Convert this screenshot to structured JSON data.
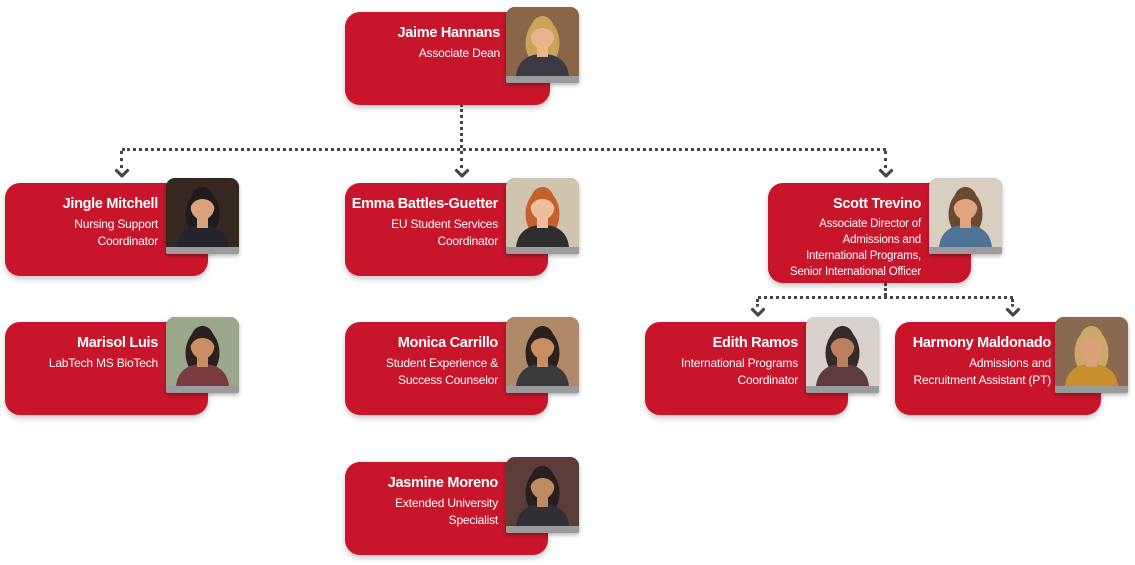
{
  "theme": {
    "background": "#ffffff",
    "card_red": "#c8152b",
    "text_color": "#ffffff",
    "connector_color": "#474747",
    "photo_bar_color": "#9b9b9b"
  },
  "people": [
    {
      "name": "Jaime Hannans",
      "title": "Associate Dean",
      "reports_to": null,
      "avatar": {
        "bg": "#8a6547",
        "hair": "#c9a35a",
        "skin": "#e8b48a",
        "shirt": "#3a3a42"
      }
    },
    {
      "name": "Jingle Mitchell",
      "title": "Nursing Support\nCoordinator",
      "reports_to": "Jaime Hannans",
      "avatar": {
        "bg": "#35291f",
        "hair": "#1f1b1a",
        "skin": "#d9a27a",
        "shirt": "#24242c"
      }
    },
    {
      "name": "Emma Battles-Guetter",
      "title": "EU Student Services\nCoordinator",
      "reports_to": "Jaime Hannans",
      "avatar": {
        "bg": "#cfc4ae",
        "hair": "#c4602a",
        "skin": "#eebd9b",
        "shirt": "#2e2e2e"
      }
    },
    {
      "name": "Scott Trevino",
      "title": "Associate Director of\nAdmissions and\nInternational Programs,\nSenior International Officer",
      "reports_to": "Jaime Hannans",
      "avatar": {
        "bg": "#d8cfc0",
        "hair": "#6b4a33",
        "skin": "#dfa57e",
        "shirt": "#4f7396"
      }
    },
    {
      "name": "Marisol Luis",
      "title": "LabTech MS BioTech",
      "reports_to": null,
      "avatar": {
        "bg": "#9aa78a",
        "hair": "#2a211e",
        "skin": "#c98e62",
        "shirt": "#7a3b40"
      }
    },
    {
      "name": "Monica Carrillo",
      "title": "Student Experience &\nSuccess Counselor",
      "reports_to": null,
      "avatar": {
        "bg": "#b08968",
        "hair": "#2a211e",
        "skin": "#c98e62",
        "shirt": "#3a3a3a"
      }
    },
    {
      "name": "Edith Ramos",
      "title": "International Programs\nCoordinator",
      "reports_to": "Scott Trevino",
      "avatar": {
        "bg": "#d9d2cc",
        "hair": "#332b28",
        "skin": "#b97f5e",
        "shirt": "#5c3a3e"
      }
    },
    {
      "name": "Harmony Maldonado",
      "title": "Admissions and\nRecruitment Assistant (PT)",
      "reports_to": "Scott Trevino",
      "avatar": {
        "bg": "#8a6a4f",
        "hair": "#c9a96a",
        "skin": "#d9a179",
        "shirt": "#c98f2e"
      }
    },
    {
      "name": "Jasmine Moreno",
      "title": "Extended University\nSpecialist",
      "reports_to": null,
      "avatar": {
        "bg": "#5a3c38",
        "hair": "#261f1d",
        "skin": "#c08a62",
        "shirt": "#2f2f35"
      }
    }
  ]
}
